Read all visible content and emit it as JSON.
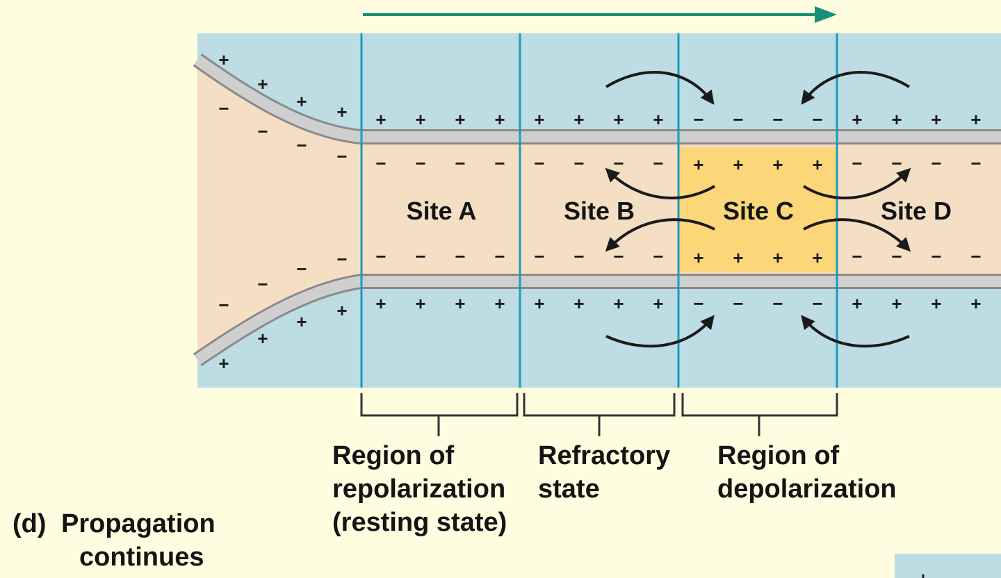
{
  "sites": {
    "a": "Site A",
    "b": "Site B",
    "c": "Site C",
    "d": "Site D"
  },
  "regions": {
    "repolarization": [
      "Region of",
      "repolarization",
      "(resting state)"
    ],
    "refractory": [
      "Refractory",
      "state"
    ],
    "depolarization": [
      "Region of",
      "depolarization"
    ]
  },
  "caption": {
    "letter": "(d)",
    "lines": [
      "Propagation",
      "continues"
    ]
  },
  "symbols": {
    "plus": "+",
    "minus": "−"
  },
  "colors": {
    "background": "#fffde0",
    "extracellular": "#bddce3",
    "axoplasm": "#f5dfc4",
    "depolarized": "#fcd77a",
    "membrane": "#c8c8c8",
    "site_divider": "#1a9bbd",
    "direction_arrow": "#16907a"
  }
}
